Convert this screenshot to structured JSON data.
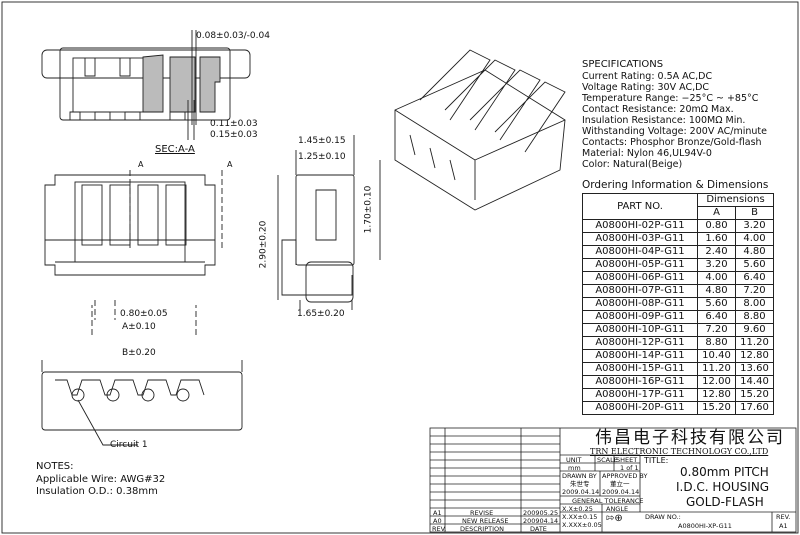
{
  "dimensions": {
    "d_008": "0.08±0.03/-0.04",
    "d_011": "0.11±0.03",
    "d_015": "0.15±0.03",
    "section": "SEC:A-A",
    "section_mark": "A",
    "d_145": "1.45±0.15",
    "d_125": "1.25±0.10",
    "d_290": "2.90±0.20",
    "d_170": "1.70±0.10",
    "d_165": "1.65±0.20",
    "d_080": "0.80±0.05",
    "d_A": "A±0.10",
    "d_B": "B±0.20",
    "circuit": "Circuit 1"
  },
  "notes": {
    "title": "NOTES:",
    "lines": [
      "Applicable Wire: AWG#32",
      "Insulation O.D.: 0.38mm"
    ]
  },
  "specs": {
    "title": "SPECIFICATIONS",
    "lines": [
      "Current Rating: 0.5A AC,DC",
      "Voltage Rating: 30V AC,DC",
      "Temperature Range: −25°C ~ +85°C",
      "Contact Resistance: 20mΩ Max.",
      "Insulation Resistance: 100MΩ Min.",
      "Withstanding Voltage: 200V AC/minute",
      "Contacts: Phosphor Bronze/Gold-flash",
      "Material: Nylon 46,UL94V-0",
      "Color: Natural(Beige)"
    ]
  },
  "ordering": {
    "title": "Ordering Information & Dimensions",
    "col_part": "PART NO.",
    "col_dims": "Dimensions",
    "col_a": "A",
    "col_b": "B",
    "rows": [
      [
        "A0800HI-02P-G11",
        "0.80",
        "3.20"
      ],
      [
        "A0800HI-03P-G11",
        "1.60",
        "4.00"
      ],
      [
        "A0800HI-04P-G11",
        "2.40",
        "4.80"
      ],
      [
        "A0800HI-05P-G11",
        "3.20",
        "5.60"
      ],
      [
        "A0800HI-06P-G11",
        "4.00",
        "6.40"
      ],
      [
        "A0800HI-07P-G11",
        "4.80",
        "7.20"
      ],
      [
        "A0800HI-08P-G11",
        "5.60",
        "8.00"
      ],
      [
        "A0800HI-09P-G11",
        "6.40",
        "8.80"
      ],
      [
        "A0800HI-10P-G11",
        "7.20",
        "9.60"
      ],
      [
        "A0800HI-12P-G11",
        "8.80",
        "11.20"
      ],
      [
        "A0800HI-14P-G11",
        "10.40",
        "12.80"
      ],
      [
        "A0800HI-15P-G11",
        "11.20",
        "13.60"
      ],
      [
        "A0800HI-16P-G11",
        "12.00",
        "14.40"
      ],
      [
        "A0800HI-17P-G11",
        "12.80",
        "15.20"
      ],
      [
        "A0800HI-20P-G11",
        "15.20",
        "17.60"
      ]
    ]
  },
  "titleblock": {
    "company_cn": "伟昌电子科技有限公司",
    "company_en": "TRN ELECTRONIC TECHNOLOGY CO.,LTD",
    "unit_label": "UNIT",
    "unit": "mm",
    "scale_label": "SCALE",
    "sheet_label": "SHEET",
    "sheet": "1 of 1",
    "title_label": "TITLE:",
    "drawn_by_label": "DRAWN BY",
    "approved_by_label": "APPROVED BY",
    "drawn_sig": "朱世专",
    "approved_sig": "董立一",
    "drawn_date": "2009.04.14",
    "approved_date": "2009.04.14",
    "tolerance_label": "GENERAL TOLERANCE",
    "tol1": "X.X±0.25",
    "tol2": "X.XX±0.15",
    "tol3": "X.XXX±0.05",
    "angle_label": "ANGLE",
    "title_lines": [
      "0.80mm PITCH",
      "I.D.C. HOUSING",
      "GOLD-FLASH"
    ],
    "draw_no_label": "DRAW NO.:",
    "draw_no": "A0800HI-XP-G11",
    "rev_label": "REV.",
    "rev": "A1",
    "revisions": [
      [
        "A1",
        "REVISE",
        "200905.25"
      ],
      [
        "A0",
        "NEW RELEASE",
        "200904.14"
      ]
    ],
    "rev_head": [
      "REV.",
      "DESCRIPTION",
      "DATE"
    ]
  }
}
